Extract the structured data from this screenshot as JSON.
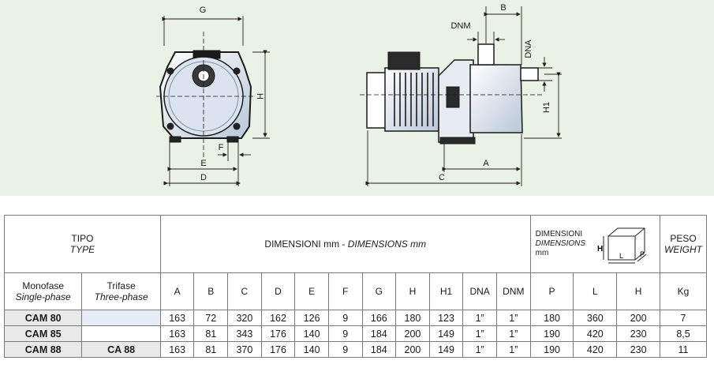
{
  "drawing": {
    "front_labels": {
      "g": "G",
      "h": "H",
      "f": "F",
      "e": "E",
      "d": "D"
    },
    "side_labels": {
      "b": "B",
      "dnm": "DNM",
      "dna": "DNA",
      "h1": "H1",
      "a": "A",
      "c": "C"
    }
  },
  "table": {
    "header": {
      "tipo": "TIPO",
      "type": "TYPE",
      "dimensioni_prefix": "DIMENSIONI mm - ",
      "dimensions_en": "DIMENSIONS mm",
      "pack_it": "DIMENSIONI",
      "pack_en": "DIMENSIONS",
      "pack_mm": "mm",
      "pack_box": {
        "h": "H",
        "l": "L",
        "p": "P"
      },
      "peso": "PESO",
      "weight": "WEIGHT"
    },
    "subheader": {
      "monofase": "Monofase",
      "single_phase": "Single-phase",
      "trifase": "Trifase",
      "three_phase": "Three-phase",
      "cols": [
        "A",
        "B",
        "C",
        "D",
        "E",
        "F",
        "G",
        "H",
        "H1",
        "DNA",
        "DNM",
        "P",
        "L",
        "H",
        "Kg"
      ]
    },
    "rows": [
      {
        "mono": "CAM 80",
        "tri": "",
        "values": [
          "163",
          "72",
          "320",
          "162",
          "126",
          "9",
          "166",
          "180",
          "123",
          "1”",
          "1”",
          "180",
          "360",
          "200",
          "7"
        ]
      },
      {
        "mono": "CAM 85",
        "tri": "",
        "values": [
          "163",
          "81",
          "343",
          "176",
          "140",
          "9",
          "184",
          "200",
          "149",
          "1”",
          "1”",
          "190",
          "420",
          "230",
          "8,5"
        ]
      },
      {
        "mono": "CAM 88",
        "tri": "CA 88",
        "values": [
          "163",
          "81",
          "370",
          "176",
          "140",
          "9",
          "184",
          "200",
          "149",
          "1”",
          "1”",
          "190",
          "420",
          "230",
          "11"
        ]
      }
    ]
  }
}
